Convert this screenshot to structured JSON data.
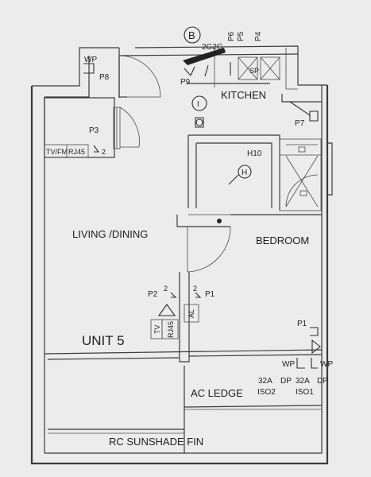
{
  "rooms": {
    "living": "LIVING /DINING",
    "bedroom": "BEDROOM",
    "kitchen": "KITCHEN",
    "unit": "UNIT 5",
    "ac_ledge": "AC LEDGE",
    "sunshade": "RC SUNSHADE FIN"
  },
  "symbols": {
    "b": "B",
    "i": "I",
    "h": "H",
    "cable": "2G2G",
    "p6": "P6",
    "p5": "P5",
    "p4": "P4",
    "wp_top": "WP",
    "p8": "P8",
    "p9": "P9",
    "sp": "SP",
    "p7": "P7",
    "p3": "P3",
    "tvfm": "TV/FM",
    "rj45_top": "RJ45",
    "two_a": "2",
    "h10": "H10",
    "p2": "P2",
    "two_b": "2",
    "two_c": "2",
    "p1_left": "P1",
    "tv": "TV",
    "rj45_bottom": "RJ45",
    "al": "AL",
    "p1_right": "P1",
    "wp_left": "WP",
    "wp_right": "WP",
    "a32_left": "32A",
    "dp_left": "DP",
    "a32_right": "32A",
    "dp_right": "DP",
    "iso2": "ISO2",
    "iso1": "ISO1"
  }
}
